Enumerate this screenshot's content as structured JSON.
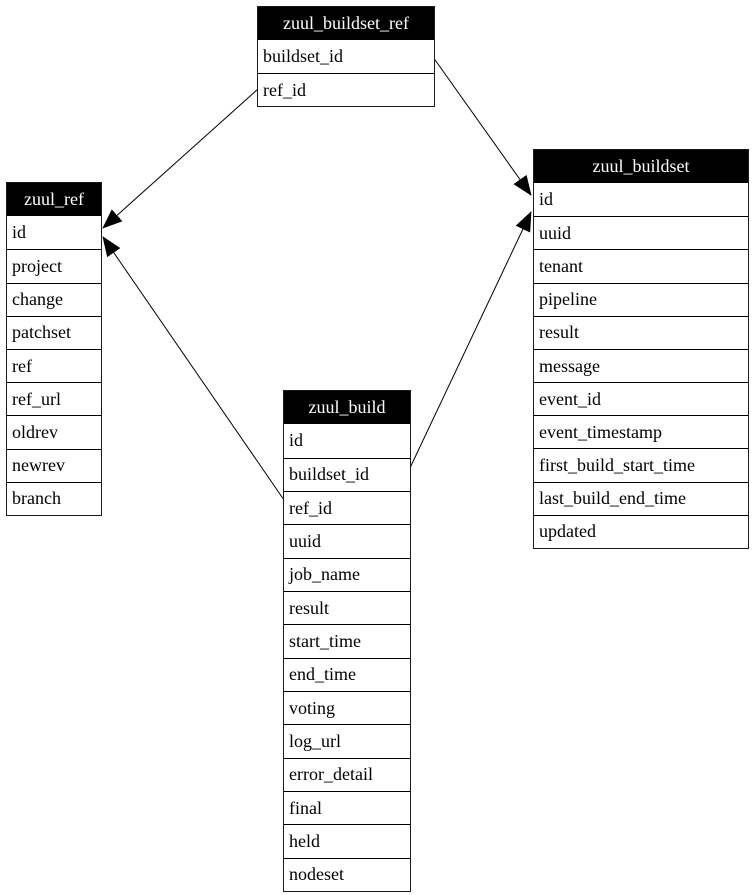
{
  "diagram": {
    "tables": [
      {
        "name": "zuul_buildset_ref",
        "columns": [
          "buildset_id",
          "ref_id"
        ]
      },
      {
        "name": "zuul_ref",
        "columns": [
          "id",
          "project",
          "change",
          "patchset",
          "ref",
          "ref_url",
          "oldrev",
          "newrev",
          "branch"
        ]
      },
      {
        "name": "zuul_buildset",
        "columns": [
          "id",
          "uuid",
          "tenant",
          "pipeline",
          "result",
          "message",
          "event_id",
          "event_timestamp",
          "first_build_start_time",
          "last_build_end_time",
          "updated"
        ]
      },
      {
        "name": "zuul_build",
        "columns": [
          "id",
          "buildset_id",
          "ref_id",
          "uuid",
          "job_name",
          "result",
          "start_time",
          "end_time",
          "voting",
          "log_url",
          "error_detail",
          "final",
          "held",
          "nodeset"
        ]
      }
    ],
    "relations": [
      {
        "from": "zuul_buildset_ref.ref_id",
        "to": "zuul_ref.id"
      },
      {
        "from": "zuul_buildset_ref.buildset_id",
        "to": "zuul_buildset.id"
      },
      {
        "from": "zuul_build.buildset_id",
        "to": "zuul_buildset.id"
      },
      {
        "from": "zuul_build.ref_id",
        "to": "zuul_ref.id"
      }
    ],
    "colors": {
      "header_bg": "#000000",
      "header_text": "#ffffff",
      "row_bg": "#ffffff",
      "border": "#000000",
      "edge": "#000000"
    }
  }
}
